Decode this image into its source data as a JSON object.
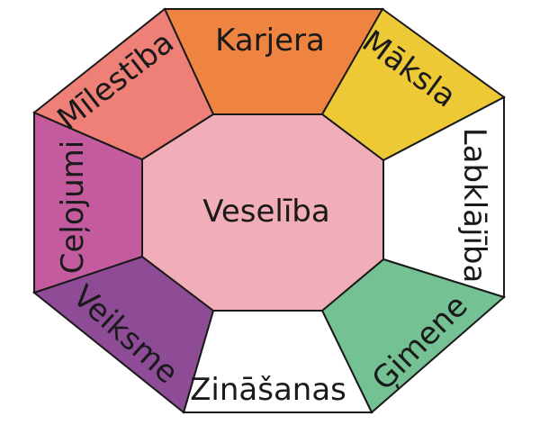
{
  "diagram": {
    "center": {
      "label": "Veselība",
      "color": "#f2aeb8"
    },
    "sectors": [
      {
        "id": "karjera",
        "label": "Karjera",
        "color": "#ee8440"
      },
      {
        "id": "maksla",
        "label": "Māksla",
        "color": "#edc936"
      },
      {
        "id": "labklajiba",
        "label": "Labklājība",
        "color": "#ffffff"
      },
      {
        "id": "gimene",
        "label": "Ģimene",
        "color": "#74c293"
      },
      {
        "id": "zinasanas",
        "label": "Zināšanas",
        "color": "#ffffff"
      },
      {
        "id": "veiksme",
        "label": "Veiksme",
        "color": "#8e4b96"
      },
      {
        "id": "celojumi",
        "label": "Ceļojumi",
        "color": "#c45b9e"
      },
      {
        "id": "milestiba",
        "label": "Mīlestība",
        "color": "#ef8077"
      }
    ]
  }
}
